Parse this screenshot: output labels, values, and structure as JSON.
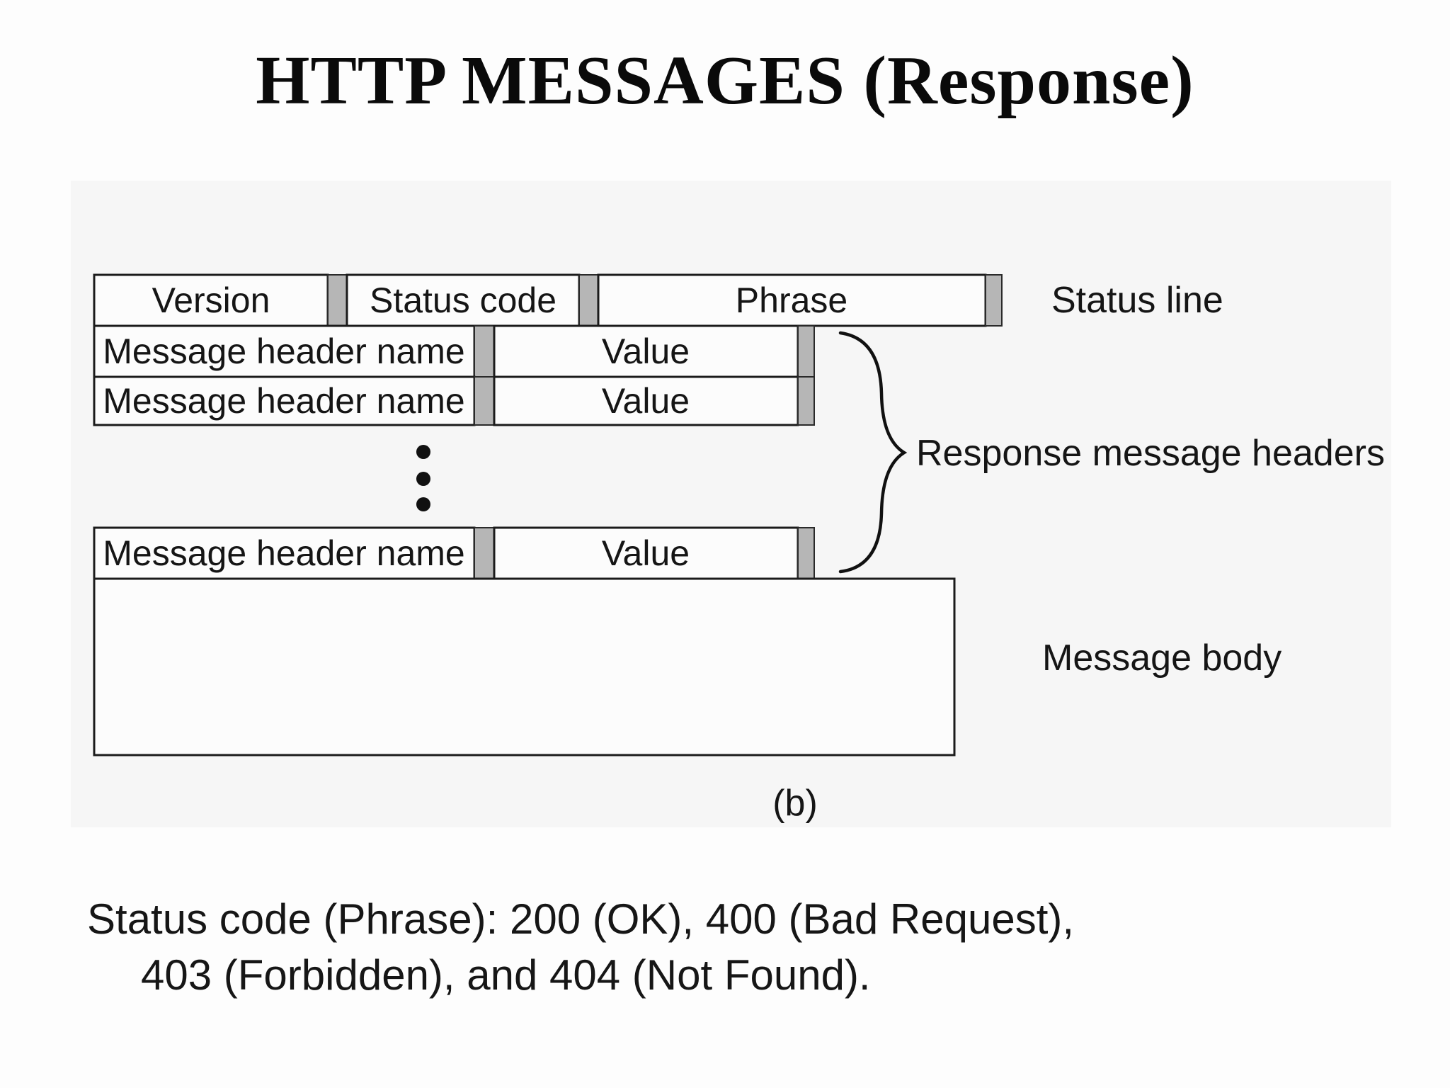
{
  "slide": {
    "title": "HTTP MESSAGES (Response)",
    "caption": "(b)",
    "footer_lines": [
      "Status code (Phrase): 200 (OK), 400 (Bad Request),",
      "403 (Forbidden), and 404 (Not Found)."
    ]
  },
  "diagram": {
    "status_line": {
      "version": "Version",
      "status_code": "Status code",
      "phrase": "Phrase",
      "label": "Status line"
    },
    "header_rows": [
      {
        "name": "Message header name",
        "value": "Value"
      },
      {
        "name": "Message header name",
        "value": "Value"
      },
      {
        "name": "Message header name",
        "value": "Value"
      }
    ],
    "headers_label": "Response message headers",
    "body_label": "Message body",
    "colors": {
      "separator_gray": "#b6b6b6",
      "border_black": "#1b1b1b",
      "panel_gray": "#f6f6f6",
      "cell_fill": "#fcfcfc"
    }
  }
}
